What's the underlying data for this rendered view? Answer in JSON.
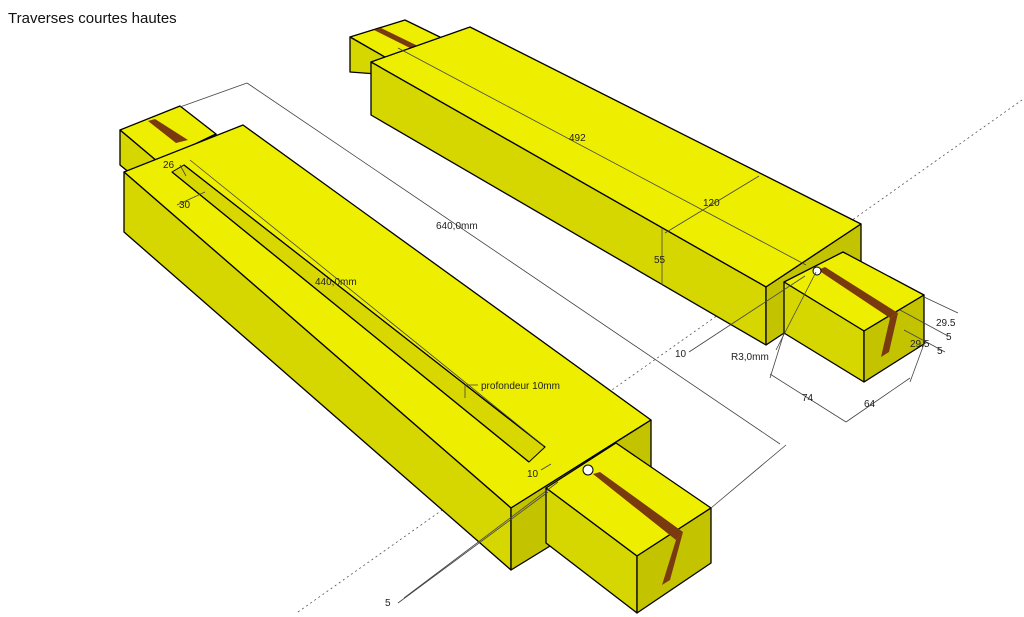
{
  "title": "Traverses courtes hautes",
  "colors": {
    "top": "#eeee00",
    "front": "#d6d600",
    "end": "#c3c300",
    "slot": "#7a3a10"
  },
  "dimensions": {
    "overall_length": "640,0mm",
    "slot_length": "440,0mm",
    "slot_depth": "profondeur 10mm",
    "slot_width": "26",
    "slot_offset": "30",
    "slot_end_offset": "10",
    "bottom_offset": "5",
    "body_length": "492",
    "body_width": "120",
    "body_height": "55",
    "tenon_offset": "10",
    "radius": "R3,0mm",
    "tenon_length": "74",
    "tenon_width": "64",
    "tenon_side_a": "29.5",
    "tenon_side_b": "29.5",
    "tenon_gap_a": "5",
    "tenon_gap_b": "5"
  }
}
